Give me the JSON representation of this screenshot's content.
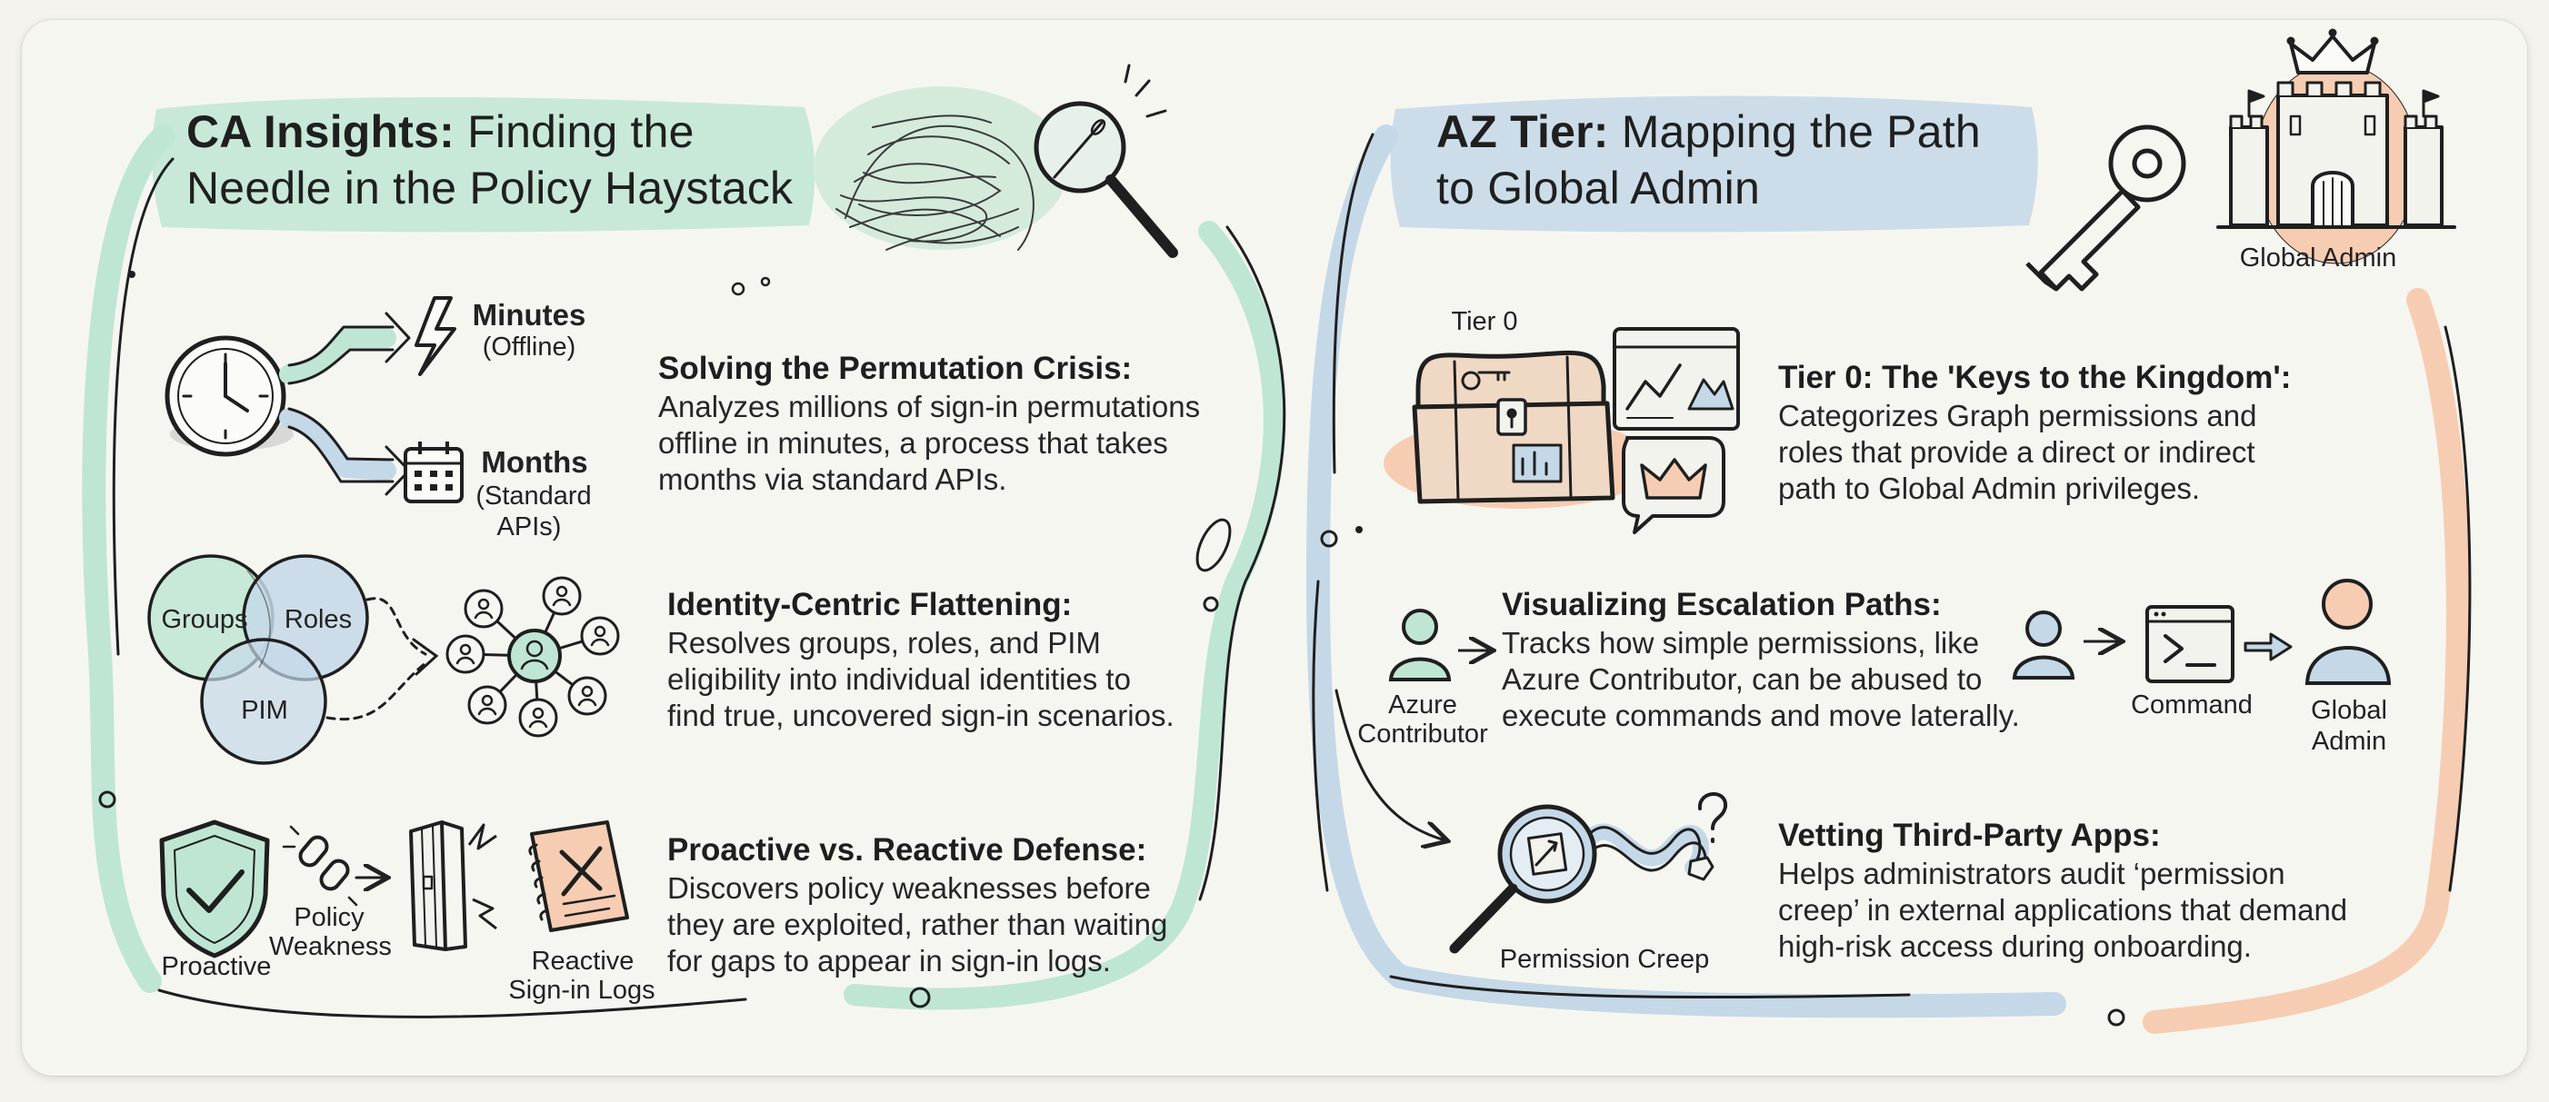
{
  "left_panel": {
    "title_bold": "CA Insights:",
    "title_line1_rest": "Finding the",
    "title_line2": "Needle in the Policy Haystack",
    "time_labels": {
      "minutes": "Minutes",
      "offline": "(Offline)",
      "months": "Months",
      "standard_line1": "(Standard",
      "standard_line2": "APIs)"
    },
    "venn_labels": {
      "groups": "Groups",
      "roles": "Roles",
      "pim": "PIM"
    },
    "defense_labels": {
      "proactive": "Proactive",
      "policy_line1": "Policy",
      "policy_line2": "Weakness",
      "reactive_line1": "Reactive",
      "reactive_line2": "Sign-in Logs"
    },
    "sections": [
      {
        "heading": "Solving the Permutation Crisis:",
        "lines": [
          "Analyzes millions of sign-in permutations",
          "offline in minutes, a process that takes",
          "months via standard APIs."
        ]
      },
      {
        "heading": "Identity-Centric Flattening:",
        "lines": [
          "Resolves groups, roles, and PIM",
          "eligibility into individual identities to",
          "find true, uncovered sign-in scenarios."
        ]
      },
      {
        "heading": "Proactive vs. Reactive Defense:",
        "lines": [
          "Discovers policy weaknesses before",
          "they are exploited, rather than waiting",
          "for gaps to appear in sign-in logs."
        ]
      }
    ]
  },
  "right_panel": {
    "title_bold": "AZ Tier:",
    "title_line1_rest": "Mapping the Path",
    "title_line2": "to Global Admin",
    "labels": {
      "global_admin_top": "Global Admin",
      "tier0": "Tier 0",
      "azure_line1": "Azure",
      "azure_line2": "Contributor",
      "command": "Command",
      "global_line1": "Global",
      "global_line2": "Admin",
      "permission_creep": "Permission Creep"
    },
    "sections": [
      {
        "heading": "Tier 0: The 'Keys to the Kingdom':",
        "lines": [
          "Categorizes Graph permissions and",
          "roles that provide a direct or indirect",
          "path to Global Admin privileges."
        ]
      },
      {
        "heading": "Visualizing Escalation Paths:",
        "lines": [
          "Tracks how simple permissions, like",
          "Azure Contributor, can be abused to",
          "execute commands and move laterally."
        ]
      },
      {
        "heading": "Vetting Third-Party Apps:",
        "lines": [
          "Helps administrators audit ‘permission",
          "creep’ in external applications that demand",
          "high-risk access during onboarding."
        ]
      }
    ]
  },
  "colors": {
    "mint": "#bfe6d2",
    "blue": "#c4d8e8",
    "peach": "#f6cdb2",
    "ink": "#1e1e1e"
  }
}
